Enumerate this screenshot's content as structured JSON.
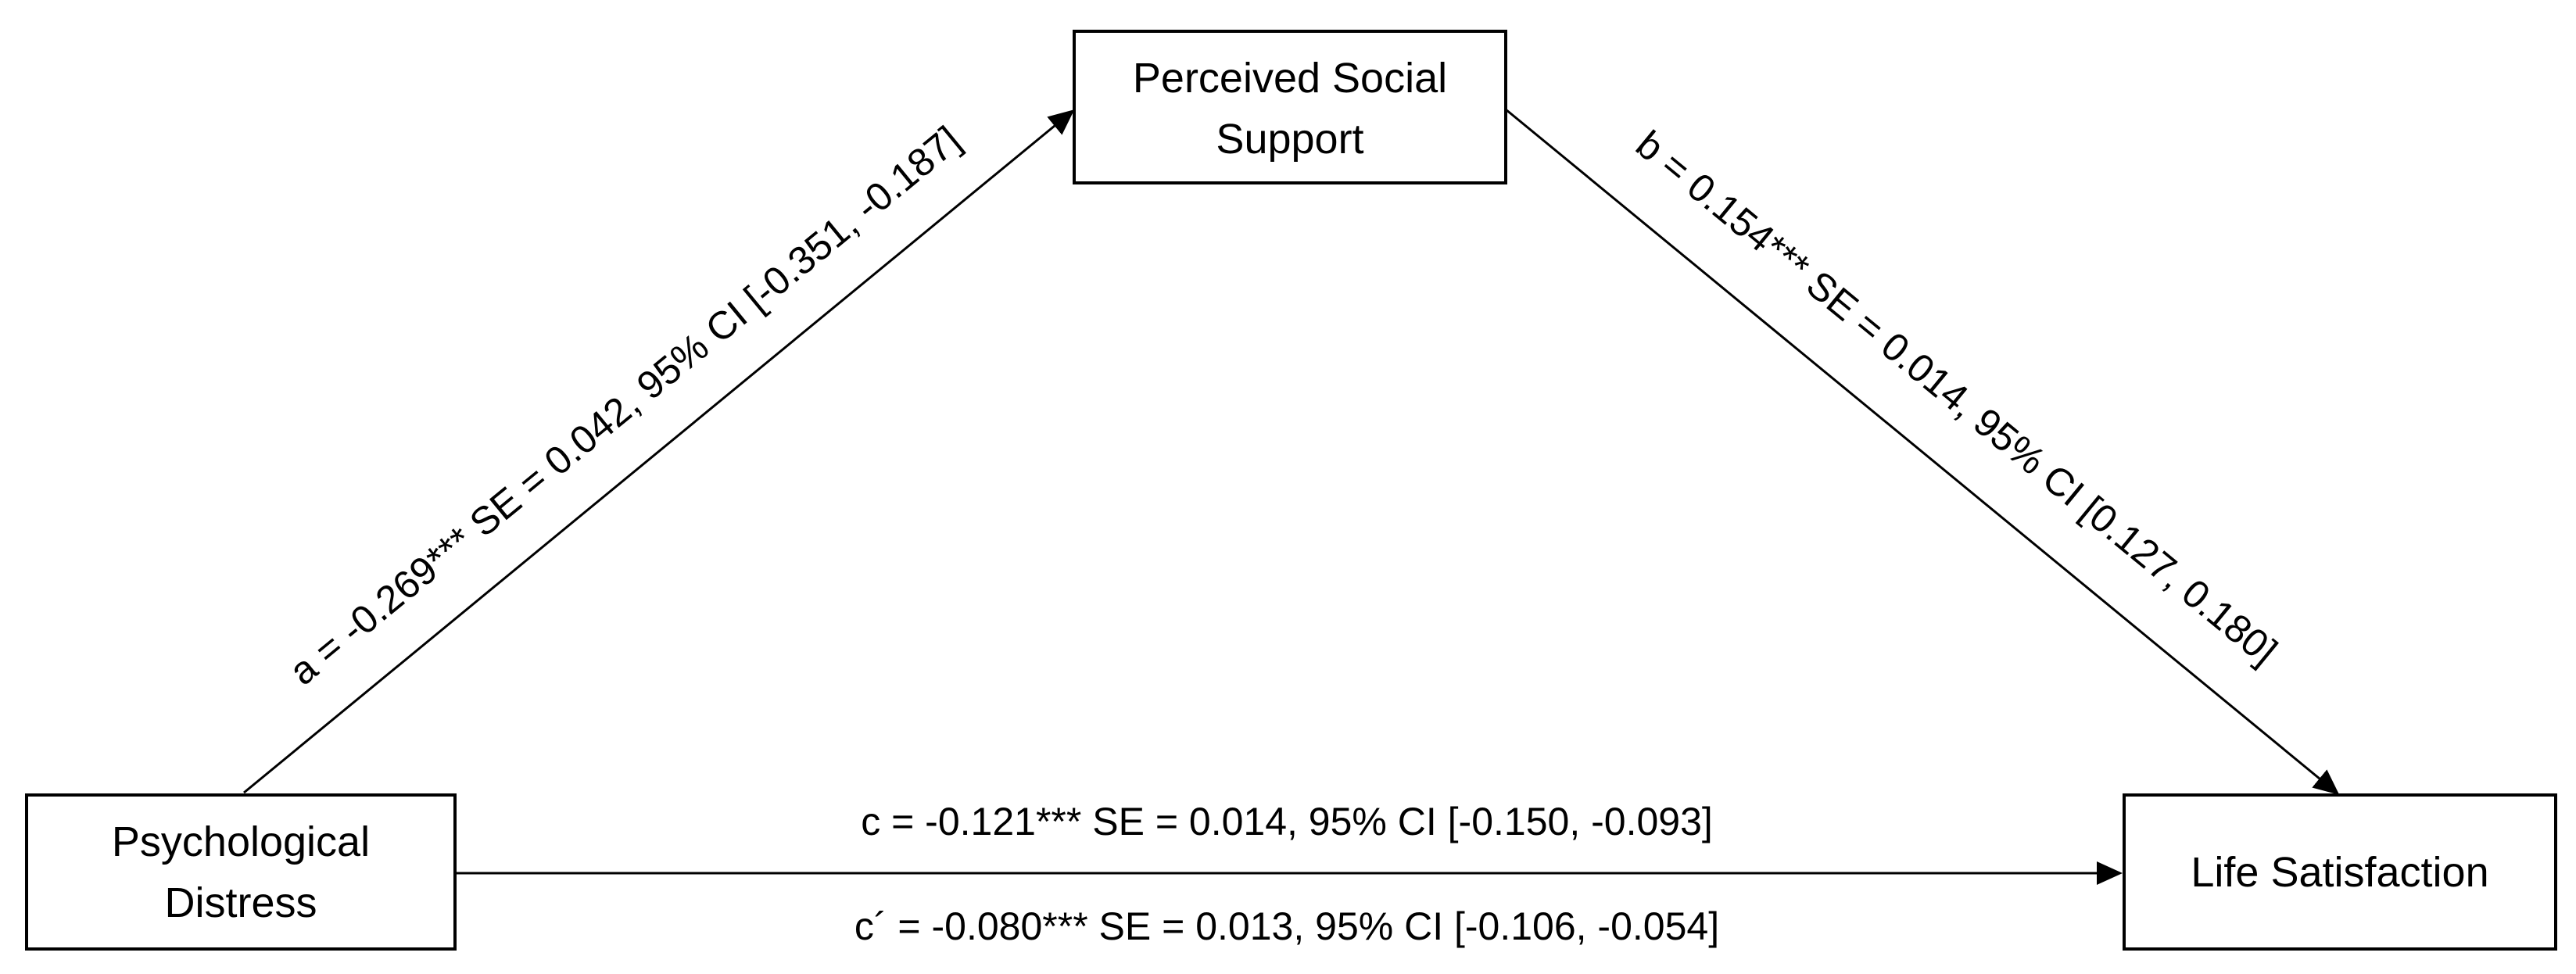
{
  "nodes": {
    "distress": {
      "line1": "Psychological",
      "line2": "Distress"
    },
    "support": {
      "line1": "Perceived Social",
      "line2": "Support"
    },
    "satisfaction": {
      "label": "Life Satisfaction"
    }
  },
  "paths": {
    "a": "a = -0.269*** SE = 0.042, 95% CI [-0.351, -0.187]",
    "b": "b = 0.154*** SE = 0.014, 95% CI [0.127, 0.180]",
    "c": "c = -0.121*** SE = 0.014, 95% CI [-0.150, -0.093]",
    "c_prime": "c´ = -0.080*** SE = 0.013, 95% CI [-0.106, -0.054]"
  }
}
